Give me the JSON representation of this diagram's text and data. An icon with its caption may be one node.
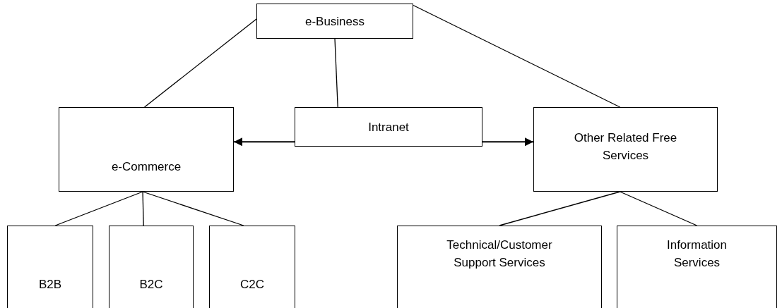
{
  "diagram": {
    "nodes": [
      {
        "text": [
          "e-Business"
        ]
      },
      {
        "text": [
          "e-Commerce"
        ]
      },
      {
        "text": [
          "Intranet"
        ]
      },
      {
        "text": [
          "Other Related Free Services"
        ]
      },
      {
        "text": [
          "B2B"
        ]
      },
      {
        "text": [
          "B2C"
        ]
      },
      {
        "text": [
          "C2C"
        ]
      },
      {
        "text": [
          "Technical/Customer Support Services"
        ]
      },
      {
        "text": [
          "Information Services"
        ]
      }
    ],
    "edges": [
      {
        "from": 0,
        "to": 1,
        "arrow": "none"
      },
      {
        "from": 0,
        "to": 2,
        "arrow": "none"
      },
      {
        "from": 0,
        "to": 3,
        "arrow": "none"
      },
      {
        "from": 2,
        "to": 1,
        "arrow": "to"
      },
      {
        "from": 2,
        "to": 3,
        "arrow": "to"
      },
      {
        "from": 1,
        "to": 4,
        "arrow": "none"
      },
      {
        "from": 1,
        "to": 5,
        "arrow": "none"
      },
      {
        "from": 1,
        "to": 6,
        "arrow": "none"
      },
      {
        "from": 3,
        "to": 7,
        "arrow": "none"
      },
      {
        "from": 3,
        "to": 8,
        "arrow": "none"
      }
    ]
  }
}
